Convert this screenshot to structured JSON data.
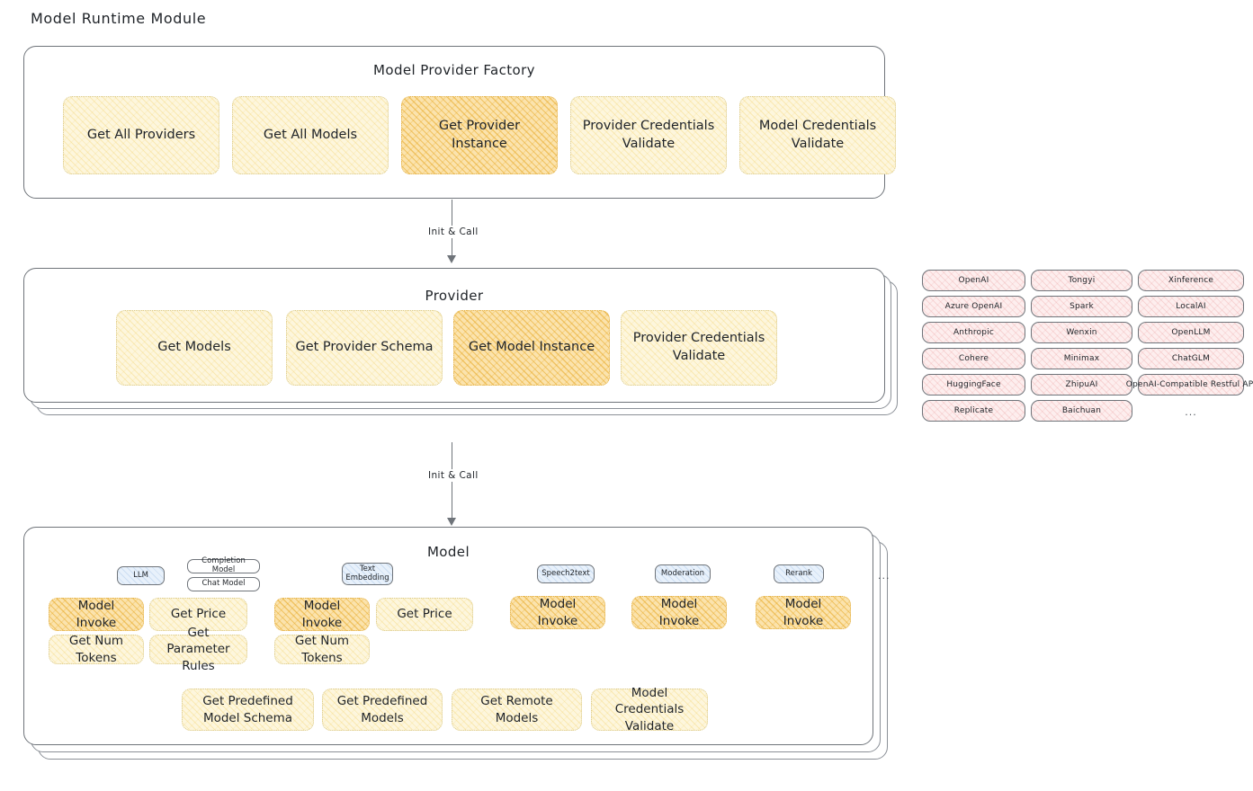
{
  "page": {
    "title": "Model Runtime Module"
  },
  "factory": {
    "title": "Model Provider Factory",
    "cards": [
      {
        "label": "Get All Providers",
        "highlighted": false
      },
      {
        "label": "Get All Models",
        "highlighted": false
      },
      {
        "label": "Get Provider Instance",
        "highlighted": true
      },
      {
        "label": "Provider Credentials Validate",
        "highlighted": false
      },
      {
        "label": "Model Credentials Validate",
        "highlighted": false
      }
    ]
  },
  "arrows": [
    {
      "label": "Init & Call"
    },
    {
      "label": "Init & Call"
    }
  ],
  "provider": {
    "title": "Provider",
    "cards": [
      {
        "label": "Get Models",
        "highlighted": false
      },
      {
        "label": "Get Provider Schema",
        "highlighted": false
      },
      {
        "label": "Get Model Instance",
        "highlighted": true
      },
      {
        "label": "Provider Credentials Validate",
        "highlighted": false
      }
    ]
  },
  "provider_list": {
    "columns": [
      [
        "OpenAI",
        "Azure OpenAI",
        "Anthropic",
        "Cohere",
        "HuggingFace",
        "Replicate"
      ],
      [
        "Tongyi",
        "Spark",
        "Wenxin",
        "Minimax",
        "ZhipuAI",
        "Baichuan"
      ],
      [
        "Xinference",
        "LocalAI",
        "OpenLLM",
        "ChatGLM",
        "OpenAI-Compatible Restful API"
      ]
    ],
    "ellipsis": "..."
  },
  "model": {
    "title": "Model",
    "ellipsis": "...",
    "types": [
      {
        "badge": "LLM",
        "badge_style": "blue",
        "sub_badges": [
          "Completion Model",
          "Chat Model"
        ],
        "cards": [
          {
            "label": "Model Invoke",
            "highlighted": true
          },
          {
            "label": "Get Price",
            "highlighted": false
          },
          {
            "label": "Get Num Tokens",
            "highlighted": false
          },
          {
            "label": "Get Parameter Rules",
            "highlighted": false
          }
        ]
      },
      {
        "badge": "Text\nEmbedding",
        "badge_style": "blue",
        "sub_badges": [],
        "cards": [
          {
            "label": "Model Invoke",
            "highlighted": true
          },
          {
            "label": "Get Price",
            "highlighted": false
          },
          {
            "label": "Get Num Tokens",
            "highlighted": false
          }
        ]
      },
      {
        "badge": "Speech2text",
        "badge_style": "blue",
        "sub_badges": [],
        "cards": [
          {
            "label": "Model Invoke",
            "highlighted": true
          }
        ]
      },
      {
        "badge": "Moderation",
        "badge_style": "blue",
        "sub_badges": [],
        "cards": [
          {
            "label": "Model Invoke",
            "highlighted": true
          }
        ]
      },
      {
        "badge": "Rerank",
        "badge_style": "blue",
        "sub_badges": [],
        "cards": [
          {
            "label": "Model Invoke",
            "highlighted": true
          }
        ]
      }
    ],
    "common_cards": [
      {
        "label": "Get Predefined Model Schema"
      },
      {
        "label": "Get Predefined Models"
      },
      {
        "label": "Get Remote Models"
      },
      {
        "label": "Model Credentials Validate"
      }
    ]
  }
}
